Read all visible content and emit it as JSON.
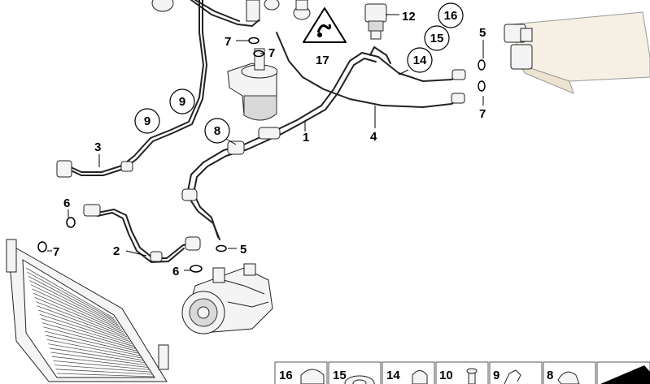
{
  "callouts": {
    "c1": "1",
    "c2": "2",
    "c3": "3",
    "c4": "4",
    "c5a": "5",
    "c5b": "5",
    "c6a": "6",
    "c6b": "6",
    "c7a": "7",
    "c7b": "7",
    "c7c": "7",
    "c7d": "7",
    "c8": "8",
    "c9a": "9",
    "c9b": "9",
    "c12": "12",
    "c14": "14",
    "c15": "15",
    "c16": "16",
    "c17": "17"
  },
  "legend": {
    "items": [
      "16",
      "15",
      "14",
      "10",
      "9",
      "8"
    ]
  }
}
